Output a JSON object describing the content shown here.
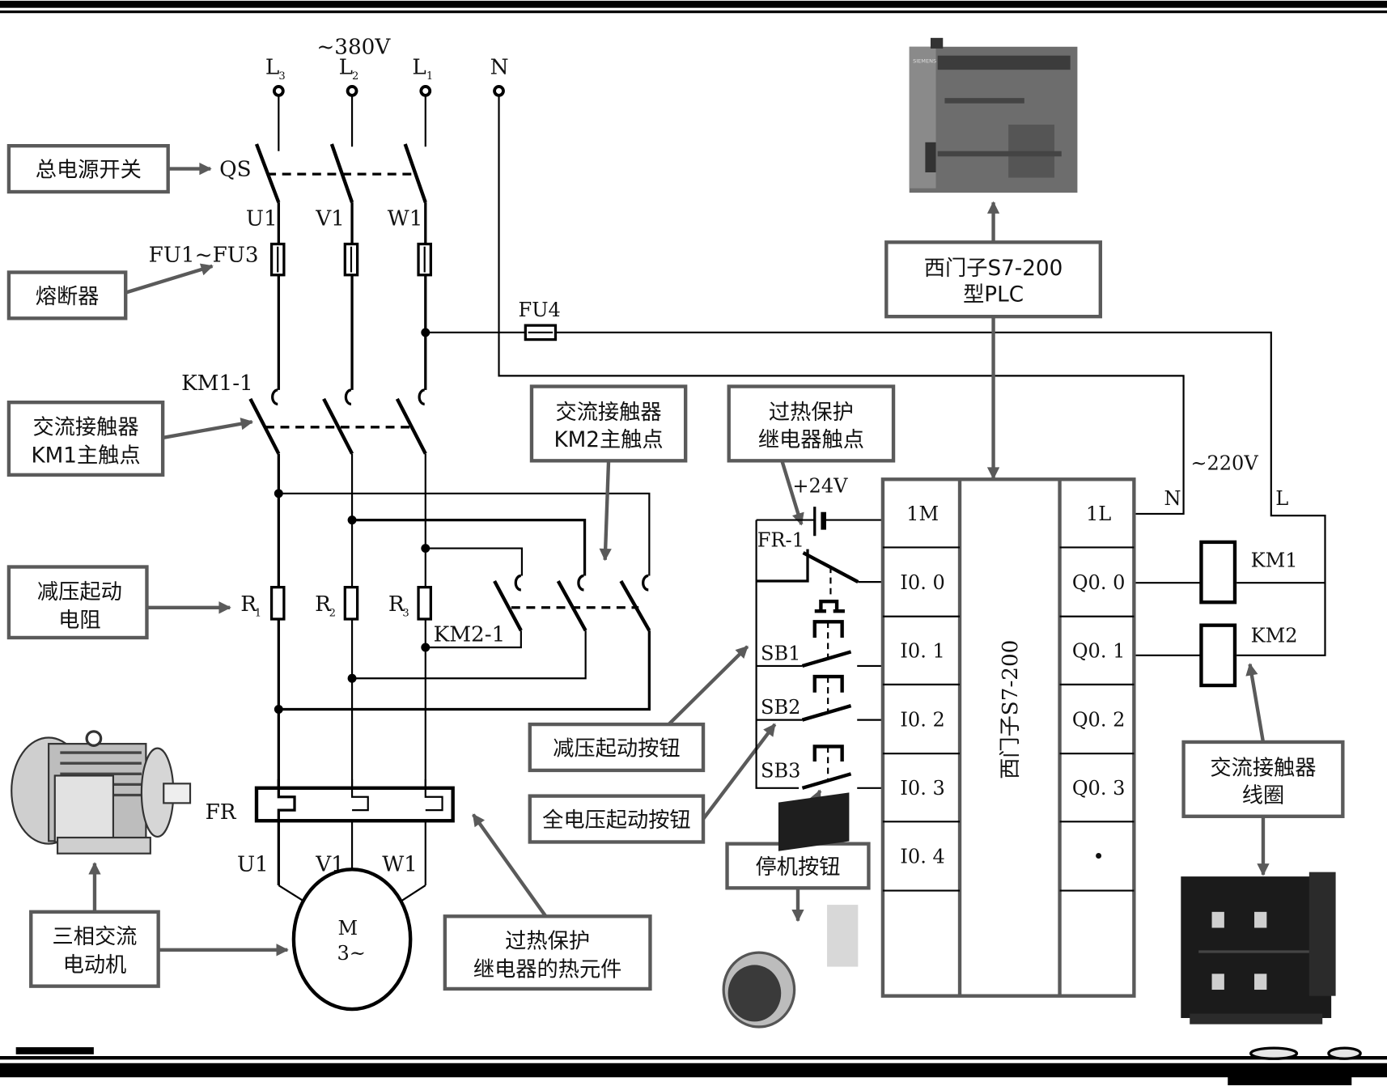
{
  "header": {
    "bar_color": "#000000"
  },
  "supply": {
    "voltage_label": "~380V",
    "phases": [
      {
        "name": "L",
        "sub": "3"
      },
      {
        "name": "L",
        "sub": "2"
      },
      {
        "name": "L",
        "sub": "1"
      }
    ],
    "neutral": "N"
  },
  "components": {
    "qs": "QS",
    "u1_top": "U1",
    "v1_top": "V1",
    "w1_top": "W1",
    "fuses": "FU1~FU3",
    "fu4": "FU4",
    "km1_contact": "KM1-1",
    "resistors": [
      {
        "name": "R",
        "sub": "1"
      },
      {
        "name": "R",
        "sub": "2"
      },
      {
        "name": "R",
        "sub": "3"
      }
    ],
    "km2_contact": "KM2-1",
    "fr": "FR",
    "u1_bottom": "U1",
    "v1_bottom": "V1",
    "w1_bottom": "W1",
    "motor_line1": "M",
    "motor_line2": "3~",
    "plus24v": "+24V",
    "fr1": "FR-1",
    "sb1": "SB1",
    "sb2": "SB2",
    "sb3": "SB3",
    "ac220": "~220V",
    "n_label": "N",
    "l_label": "L",
    "km1_coil": "KM1",
    "km2_coil": "KM2"
  },
  "plc": {
    "title": "西门子S7-200",
    "inputs": [
      "1M",
      "I0. 0",
      "I0. 1",
      "I0. 2",
      "I0. 3",
      "I0. 4",
      ""
    ],
    "outputs": [
      "1L",
      "Q0. 0",
      "Q0. 1",
      "Q0. 2",
      "Q0. 3",
      "•",
      ""
    ]
  },
  "callouts": {
    "main_switch": "总电源开关",
    "fuse": "熔断器",
    "km1_main": [
      "交流接触器",
      "KM1主触点"
    ],
    "start_resistor": [
      "减压起动",
      "电阻"
    ],
    "motor": [
      "三相交流",
      "电动机"
    ],
    "thermal_element": [
      "过热保护",
      "继电器的热元件"
    ],
    "km2_main": [
      "交流接触器",
      "KM2主触点"
    ],
    "fr_contact": [
      "过热保护",
      "继电器触点"
    ],
    "reduced_start_btn": "减压起动按钮",
    "full_start_btn": "全电压起动按钮",
    "stop_btn": "停机按钮",
    "plc_model": [
      "西门子S7-200",
      "型PLC"
    ],
    "coil": [
      "交流接触器",
      "线圈"
    ]
  },
  "photos": {
    "plc_photo": "siemens-plc-photo",
    "motor_photo": "motor-photo",
    "button_photo": "push-button-photo",
    "contactor_photo": "contactor-photo"
  }
}
